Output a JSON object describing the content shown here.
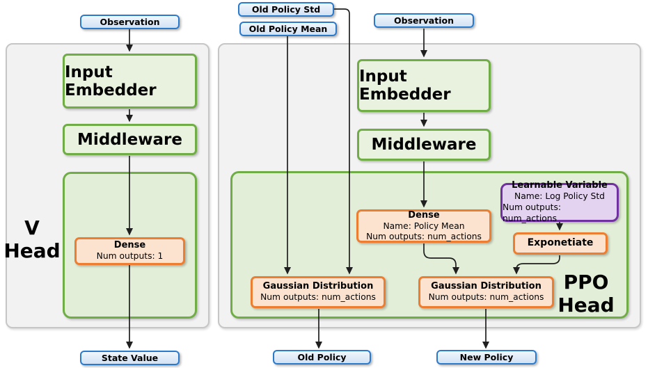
{
  "palette": {
    "io_border": "#2a79cb",
    "io_fill": "#dbe8f6",
    "green_border": "#70ad47",
    "green_fill": "#e8f2df",
    "orange_border": "#ed7d31",
    "orange_fill": "#fce3d0",
    "purple_border": "#7030a0",
    "purple_fill": "#e3d3f0",
    "panel_fill": "#f2f2f2",
    "arrow": "#1f1f1f"
  },
  "v_head": {
    "label": "V\nHead",
    "observation": "Observation",
    "input_embedder": "Input Embedder",
    "middleware": "Middleware",
    "dense": {
      "title": "Dense",
      "outputs": "Num outputs: 1"
    },
    "state_value": "State Value"
  },
  "ppo_head": {
    "label": "PPO\nHead",
    "old_policy_std": "Old Policy Std",
    "old_policy_mean": "Old Policy Mean",
    "observation": "Observation",
    "input_embedder": "Input Embedder",
    "middleware": "Middleware",
    "dense": {
      "title": "Dense",
      "name": "Name: Policy Mean",
      "outputs": "Num outputs: num_actions"
    },
    "learnable_variable": {
      "title": "Learnable Variable",
      "name": "Name: Log Policy Std",
      "outputs": "Num outputs: num_actions"
    },
    "exponentiate": "Exponetiate",
    "gaussian_old": {
      "title": "Gaussian Distribution",
      "outputs": "Num outputs: num_actions"
    },
    "gaussian_new": {
      "title": "Gaussian Distribution",
      "outputs": "Num outputs: num_actions"
    },
    "old_policy": "Old Policy",
    "new_policy": "New Policy"
  }
}
